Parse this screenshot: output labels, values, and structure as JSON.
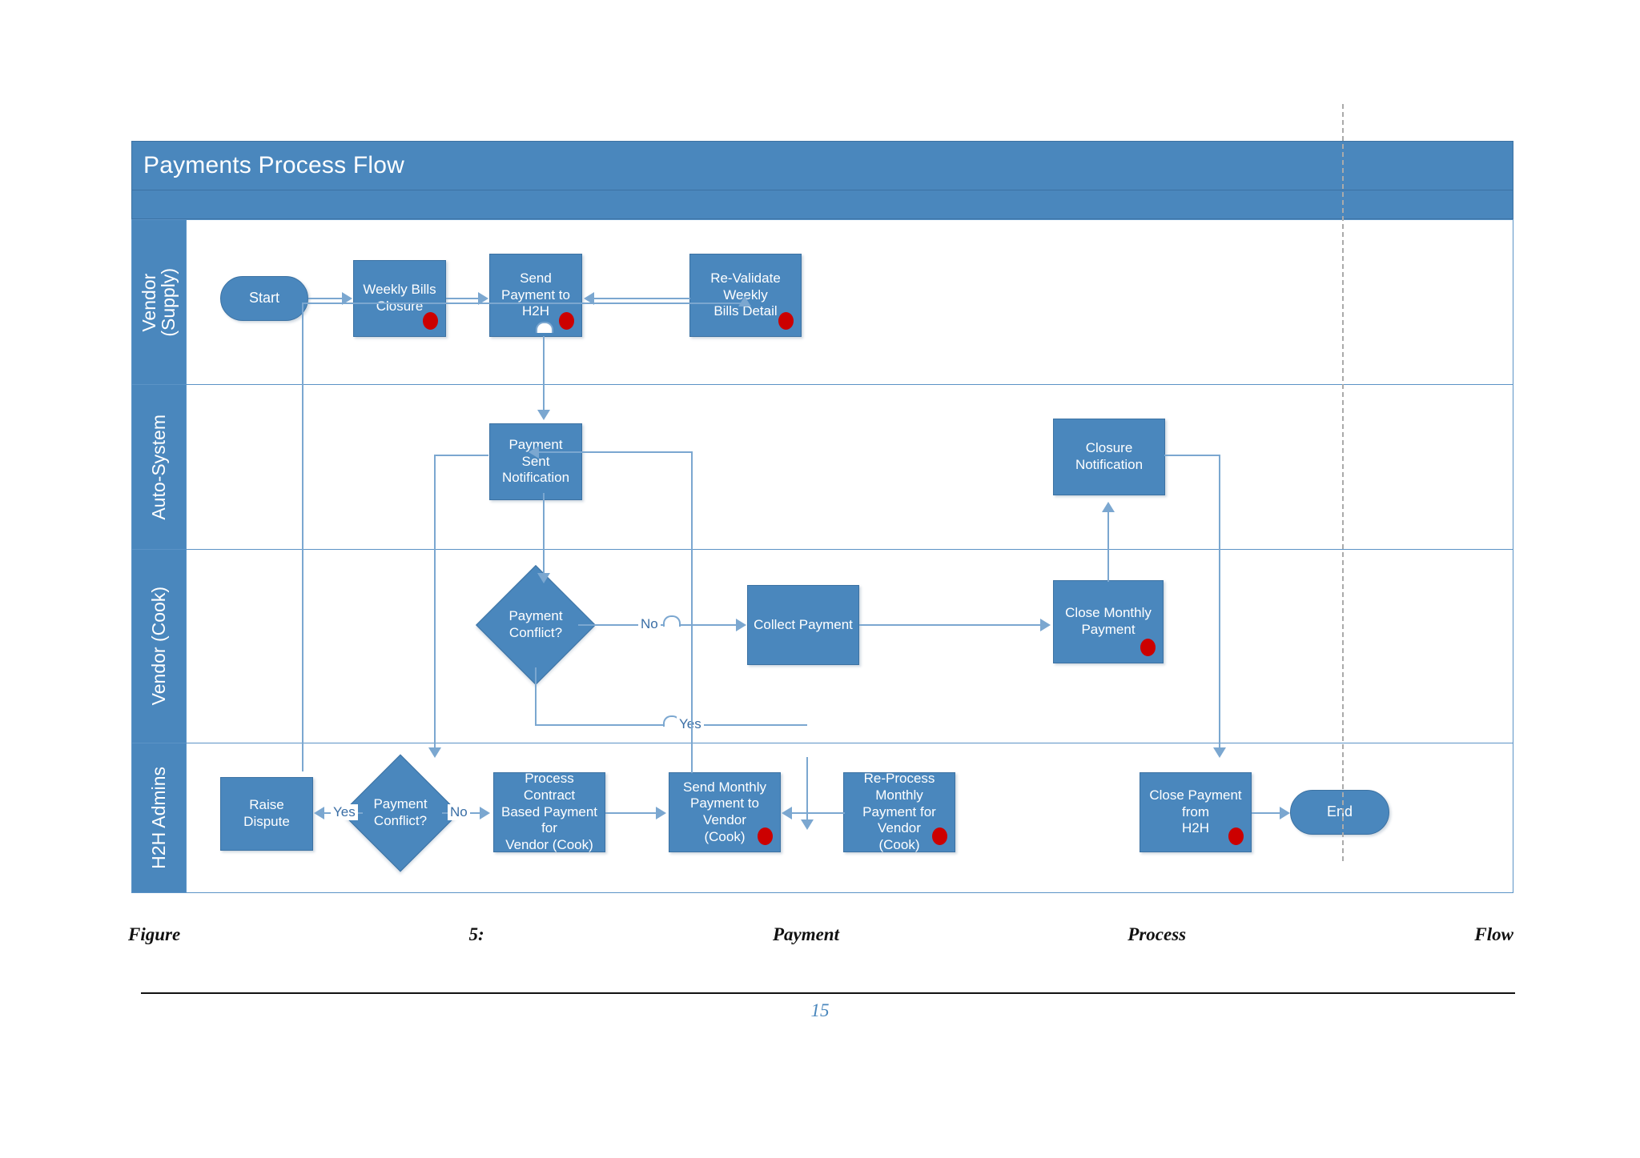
{
  "document": {
    "caption_parts": [
      "Figure",
      "5:",
      "Payment",
      "Process",
      "Flow"
    ],
    "page_number": "15"
  },
  "diagram": {
    "title": "Payments Process Flow",
    "type": "swimlane-flowchart",
    "colors": {
      "shape_fill": "#4a87bd",
      "shape_border": "#3c72a3",
      "connector": "#7ba7d0",
      "annotation_dot": "#cc0000",
      "lane_border": "#5b93c6",
      "label_text": "#3a6ea5",
      "page_number": "#4a87bd"
    },
    "lanes": [
      {
        "id": "vendor-supply",
        "label": "Vendor\n(Supply)"
      },
      {
        "id": "auto-system",
        "label": "Auto-System"
      },
      {
        "id": "vendor-cook",
        "label": "Vendor (Cook)"
      },
      {
        "id": "h2h-admins",
        "label": "H2H Admins"
      }
    ],
    "nodes": [
      {
        "id": "start",
        "lane": "vendor-supply",
        "shape": "terminator",
        "label": "Start",
        "dot": false
      },
      {
        "id": "weekly-bills",
        "lane": "vendor-supply",
        "shape": "process",
        "label": "Weekly Bills Closure",
        "dot": true
      },
      {
        "id": "send-payment-h2h",
        "lane": "vendor-supply",
        "shape": "process",
        "label": "Send Payment to\nH2H",
        "dot": true
      },
      {
        "id": "revalidate-bills",
        "lane": "vendor-supply",
        "shape": "process",
        "label": "Re-Validate Weekly\nBills Detail",
        "dot": true
      },
      {
        "id": "payment-sent-notif",
        "lane": "auto-system",
        "shape": "process",
        "label": "Payment Sent\nNotification",
        "dot": false
      },
      {
        "id": "closure-notif",
        "lane": "auto-system",
        "shape": "process",
        "label": "Closure Notification",
        "dot": false
      },
      {
        "id": "conflict-cook",
        "lane": "vendor-cook",
        "shape": "decision",
        "label": "Payment\nConflict?",
        "dot": false
      },
      {
        "id": "collect-payment",
        "lane": "vendor-cook",
        "shape": "process",
        "label": "Collect Payment",
        "dot": false
      },
      {
        "id": "close-monthly",
        "lane": "vendor-cook",
        "shape": "process",
        "label": "Close Monthly\nPayment",
        "dot": true
      },
      {
        "id": "raise-dispute",
        "lane": "h2h-admins",
        "shape": "process",
        "label": "Raise Dispute",
        "dot": false
      },
      {
        "id": "conflict-h2h",
        "lane": "h2h-admins",
        "shape": "decision",
        "label": "Payment\nConflict?",
        "dot": false
      },
      {
        "id": "process-contract",
        "lane": "h2h-admins",
        "shape": "process",
        "label": "Process Contract\nBased Payment for\nVendor (Cook)",
        "dot": false
      },
      {
        "id": "send-monthly",
        "lane": "h2h-admins",
        "shape": "process",
        "label": "Send Monthly\nPayment to Vendor\n(Cook)",
        "dot": true
      },
      {
        "id": "reprocess-monthly",
        "lane": "h2h-admins",
        "shape": "process",
        "label": "Re-Process Monthly\nPayment for Vendor\n(Cook)",
        "dot": true
      },
      {
        "id": "close-payment-h2h",
        "lane": "h2h-admins",
        "shape": "process",
        "label": "Close Payment from\nH2H",
        "dot": true
      },
      {
        "id": "end",
        "lane": "h2h-admins",
        "shape": "terminator",
        "label": "End",
        "dot": false
      }
    ],
    "edge_labels": {
      "cook_no": "No",
      "cook_yes": "Yes",
      "h2h_yes": "Yes",
      "h2h_no": "No"
    }
  }
}
